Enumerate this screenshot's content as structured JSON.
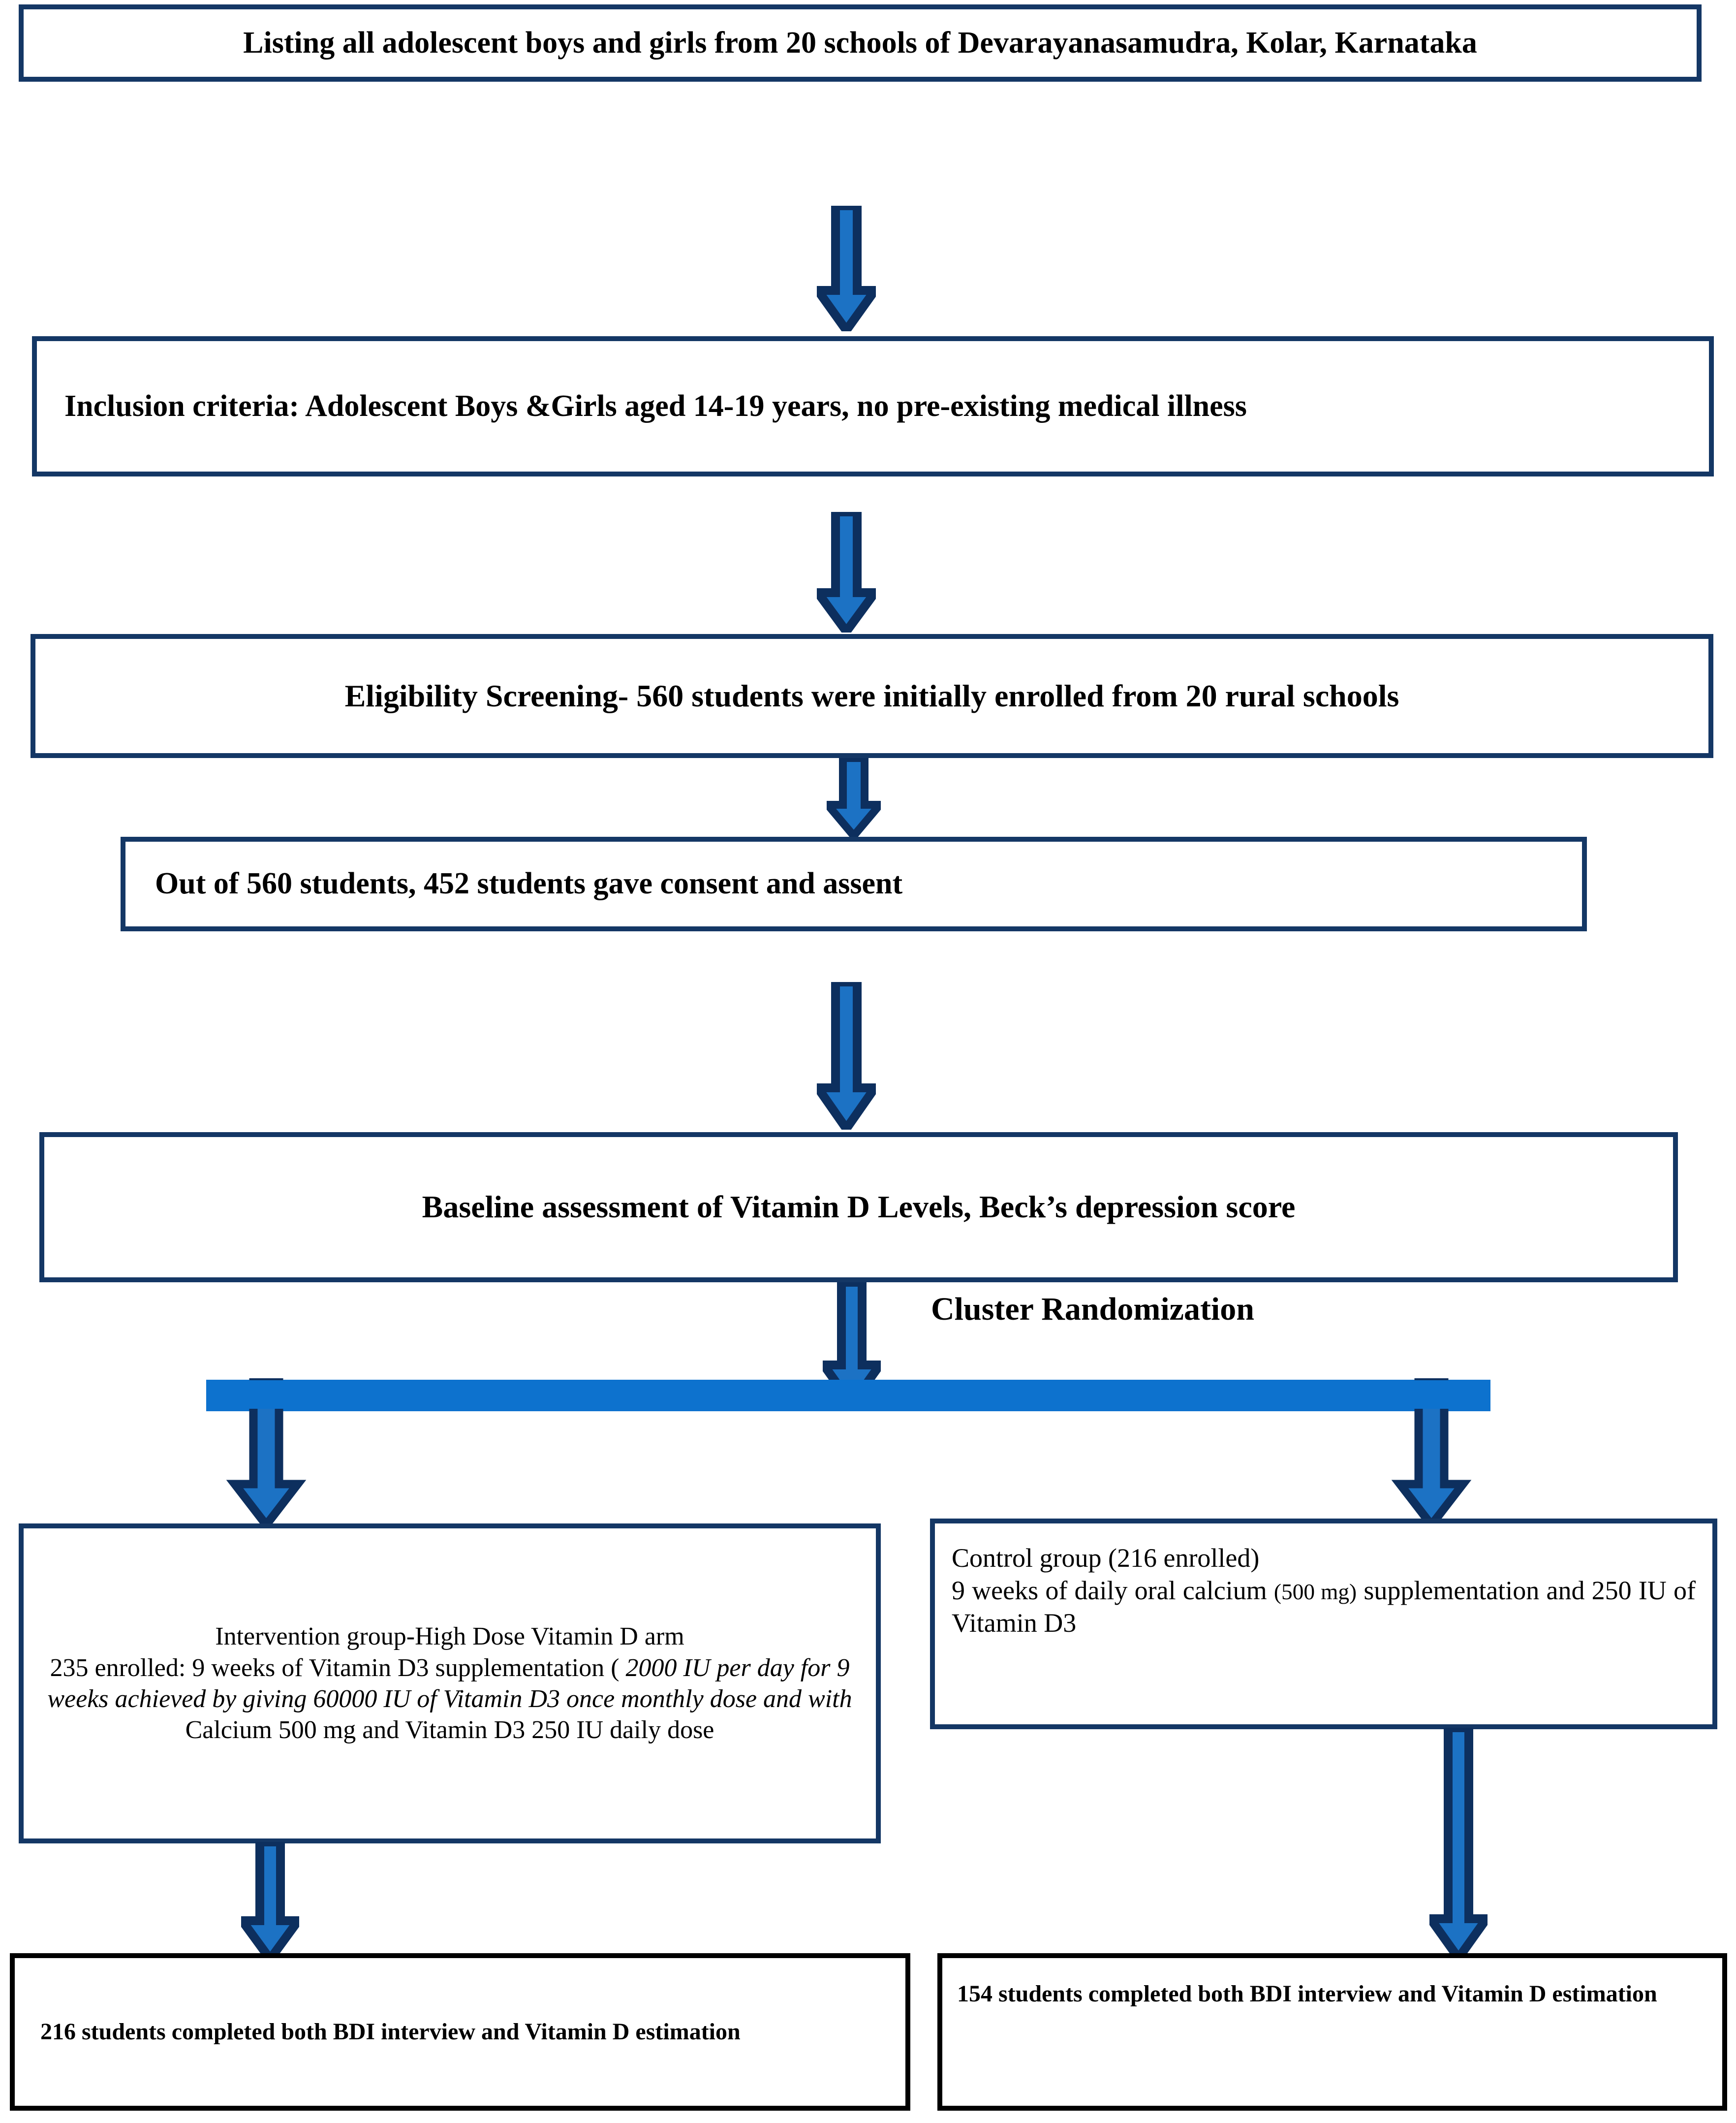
{
  "colors": {
    "box_border_navy": "#143765",
    "box_border_black": "#000000",
    "arrow_fill": "#1C72C4",
    "arrow_outline": "#0D2F5E",
    "bar_fill": "#0D72CE",
    "background": "#FFFFFF",
    "text": "#000000"
  },
  "diagram": {
    "type": "flowchart",
    "title": "Study enrolment and cluster-randomisation flow",
    "nodes": [
      {
        "id": "listing",
        "text": "Listing all adolescent boys and girls from 20 schools of Devarayanasamudra, Kolar, Karnataka",
        "style": "bold-center"
      },
      {
        "id": "inclusion",
        "text": "Inclusion criteria: Adolescent Boys &Girls aged 14-19 years, no pre-existing medical illness",
        "style": "bold-left"
      },
      {
        "id": "eligibility",
        "text": "Eligibility Screening- 560 students were initially enrolled from 20 rural schools",
        "style": "bold-center"
      },
      {
        "id": "consent",
        "text": "Out of 560 students, 452 students gave consent and assent",
        "style": "bold-left"
      },
      {
        "id": "baseline",
        "text": "Baseline assessment of Vitamin D Levels, Beck’s depression score",
        "style": "bold-center"
      },
      {
        "id": "intervention",
        "lines": [
          {
            "text": "Intervention group-High Dose Vitamin D arm",
            "italic": false
          },
          {
            "text": "235 enrolled: 9 weeks of Vitamin D3 supplementation ( ",
            "italic": false
          },
          {
            "text": "2000 IU per day for 9 weeks achieved by giving 60000 IU of Vitamin D3 once monthly dose and with ",
            "italic": true
          },
          {
            "text": "Calcium 500 mg and Vitamin D3 250 IU daily dose",
            "italic": false
          }
        ],
        "style": "regular-center"
      },
      {
        "id": "control",
        "line1": "Control group (216 enrolled)",
        "line2_a": "9 weeks of daily oral calcium ",
        "line2_b": "(500 mg)",
        "line2_c": " supplementation and 250 IU of Vitamin D3",
        "style": "regular-justify"
      },
      {
        "id": "intervention-completed",
        "text": "216 students completed both BDI interview and Vitamin D estimation",
        "style": "bold-left-black-border"
      },
      {
        "id": "control-completed",
        "text": "154 students completed both BDI interview and Vitamin D estimation",
        "style": "bold-left-black-border"
      }
    ],
    "labels": [
      {
        "id": "cluster-randomization",
        "text": "Cluster Randomization"
      }
    ],
    "connectors": [
      {
        "id": "arrow-listing-to-inclusion",
        "kind": "down-arrow"
      },
      {
        "id": "arrow-inclusion-to-eligibility",
        "kind": "down-arrow"
      },
      {
        "id": "arrow-eligibility-to-consent",
        "kind": "down-arrow"
      },
      {
        "id": "arrow-consent-to-baseline",
        "kind": "down-arrow"
      },
      {
        "id": "arrow-baseline-to-split",
        "kind": "down-arrow"
      },
      {
        "id": "split-connector",
        "kind": "split-bar-two-arrows"
      },
      {
        "id": "arrow-intervention-to-completed",
        "kind": "down-arrow"
      },
      {
        "id": "arrow-control-to-completed",
        "kind": "down-arrow"
      }
    ]
  }
}
